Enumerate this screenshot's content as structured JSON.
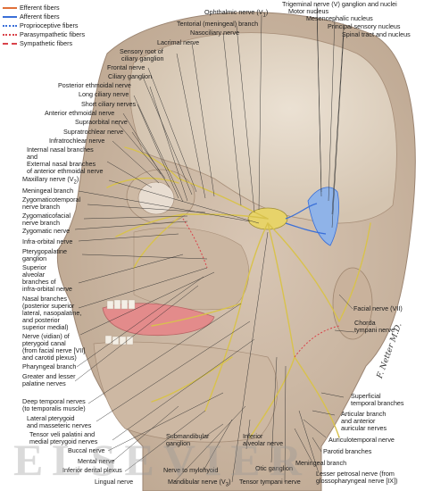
{
  "legend": {
    "items": [
      {
        "label": "Efferent fibers",
        "color": "#e0703a",
        "style": "solid"
      },
      {
        "label": "Afferent fibers",
        "color": "#3a6fd8",
        "style": "solid"
      },
      {
        "label": "Proprioceptive fibers",
        "color": "#3a6fd8",
        "style": "dotted"
      },
      {
        "label": "Parasympathetic fibers",
        "color": "#d9434a",
        "style": "dotted"
      },
      {
        "label": "Sympathetic fibers",
        "color": "#d9434a",
        "style": "dashed"
      }
    ]
  },
  "labels": {
    "ophthalmic": "Ophthalmic nerve (V",
    "ophthalmic_sub": "1",
    "ophthalmic_close": ")",
    "trigeminal": "Trigeminal nerve (V) ganglion and nuclei",
    "motor_nucleus": "Motor nucleus",
    "mesencephalic": "Mesencephalic nucleus",
    "principal_sensory": "Principal sensory nucleus",
    "spinal_tract": "Spinal tract and nucleus",
    "tentorial": "Tentorial (meningeal) branch",
    "nasociliary": "Nasociliary nerve",
    "lacrimal": "Lacrimal nerve",
    "sensory_root": "Sensory root of",
    "ciliary_ganglion_a": "ciliary ganglion",
    "frontal": "Frontal nerve",
    "ciliary_ganglion": "Ciliary ganglion",
    "posterior_ethmoidal": "Posterior ethmoidal nerve",
    "long_ciliary": "Long ciliary nerve",
    "short_ciliary": "Short ciliary nerves",
    "anterior_ethmoidal": "Anterior ethmoidal nerve",
    "supraorbital": "Supraorbital nerve",
    "supratrochlear": "Supratrochlear nerve",
    "infratrochlear": "Infratrochlear nerve",
    "internal_nasal_1": "Internal nasal branches",
    "internal_nasal_2": "and",
    "internal_nasal_3": "External nasal branches",
    "internal_nasal_4": "of anterior ethmoidal nerve",
    "maxillary": "Maxillary nerve (V",
    "maxillary_sub": "2",
    "maxillary_close": ")",
    "meningeal_branch": "Meningeal branch",
    "zygomaticotemporal_1": "Zygomaticotemporal",
    "zygomaticotemporal_2": "nerve branch",
    "zygomaticofacial_1": "Zygomaticofacial",
    "zygomaticofacial_2": "nerve branch",
    "zygomatic": "Zygomatic nerve",
    "infraorbital": "Infra-orbital nerve",
    "pterygopalatine_1": "Pterygopalatine",
    "pterygopalatine_2": "ganglion",
    "superior_alveolar_1": "Superior",
    "superior_alveolar_2": "alveolar",
    "superior_alveolar_3": "branches of",
    "superior_alveolar_4": "infra-orbital nerve",
    "nasal_branches_1": "Nasal branches",
    "nasal_branches_2": "(posterior superior",
    "nasal_branches_3": "lateral, nasopalatine,",
    "nasal_branches_4": "and posterior",
    "nasal_branches_5": "superior medial)",
    "vidian_1": "Nerve (vidian) of",
    "vidian_2": "pterygoid canal",
    "vidian_3": "(from facial nerve [VII]",
    "vidian_4": "and carotid plexus)",
    "pharyngeal": "Pharyngeal branch",
    "palatine_1": "Greater and lesser",
    "palatine_2": "palatine nerves",
    "deep_temporal_1": "Deep temporal nerves",
    "deep_temporal_2": "(to temporalis muscle)",
    "lateral_pterygoid_1": "Lateral pterygoid",
    "lateral_pterygoid_2": "and masseteric nerves",
    "tensor_veli_1": "Tensor veli palatini and",
    "tensor_veli_2": "medial pterygoid nerves",
    "buccal": "Buccal nerve",
    "mental": "Mental nerve",
    "inferior_dental": "Inferior dental plexus",
    "lingual": "Lingual nerve",
    "submandibular_1": "Submandibular",
    "submandibular_2": "ganglion",
    "mylohyoid": "Nerve to mylohyoid",
    "mandibular": "Mandibular nerve (V",
    "mandibular_sub": "3",
    "mandibular_close": ")",
    "inferior_alveolar_1": "Inferior",
    "inferior_alveolar_2": "alveolar nerve",
    "otic": "Otic ganglion",
    "tensor_tympani": "Tensor tympani nerve",
    "facial": "Facial nerve (VII)",
    "chorda_1": "Chorda",
    "chorda_2": "tympani nerve",
    "superficial_temporal_1": "Superficial",
    "superficial_temporal_2": "temporal branches",
    "articular_1": "Articular branch",
    "articular_2": "and anterior",
    "articular_3": "auricular nerves",
    "auriculotemporal": "Auriculotemporal nerve",
    "parotid": "Parotid branches",
    "meningeal_branch_2": "Meningeal branch",
    "lesser_petrosal_1": "Lesser petrosal nerve (from",
    "lesser_petrosal_2": "glossopharyngeal nerve [IX])"
  },
  "watermark": "ELSEVIER",
  "signature": "F. Netter M.D."
}
